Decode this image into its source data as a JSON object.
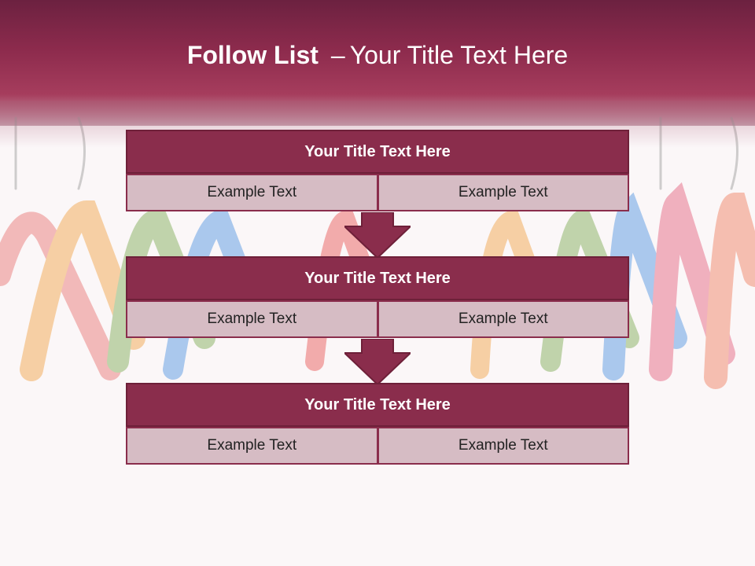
{
  "slide": {
    "title_main": "Follow List",
    "title_sep": "–",
    "title_sub": "Your Title Text Here"
  },
  "blocks": [
    {
      "title": "Your Title Text Here",
      "cells": [
        "Example Text",
        "Example Text"
      ]
    },
    {
      "title": "Your Title Text Here",
      "cells": [
        "Example Text",
        "Example Text"
      ]
    },
    {
      "title": "Your Title Text Here",
      "cells": [
        "Example Text",
        "Example Text"
      ]
    }
  ],
  "theme": {
    "banner": "#8d2b4d",
    "block_header": "#8a2d4c",
    "block_cell": "#d6bcc4",
    "arrow": "#8a2d4c"
  },
  "background_image": "colorful-clothes-hangers"
}
